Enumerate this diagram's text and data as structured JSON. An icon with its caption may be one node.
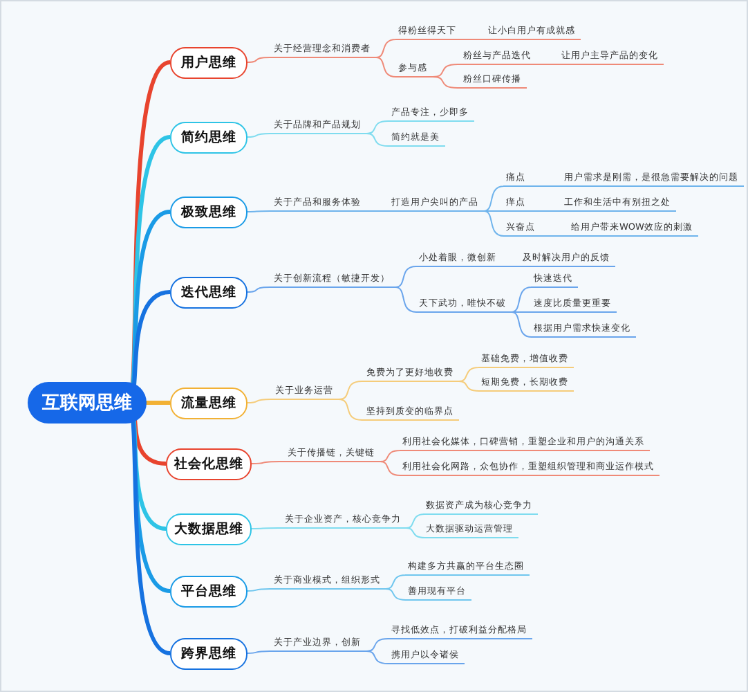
{
  "diagram": {
    "nodes": [
      {
        "text": [
          "互联网思维"
        ]
      },
      {
        "text": [
          "用户思维"
        ]
      },
      {
        "text": [
          "简约思维"
        ]
      },
      {
        "text": [
          "极致思维"
        ]
      },
      {
        "text": [
          "迭代思维"
        ]
      },
      {
        "text": [
          "流量思维"
        ]
      },
      {
        "text": [
          "社会化思维"
        ]
      },
      {
        "text": [
          "大数据思维"
        ]
      },
      {
        "text": [
          "平台思维"
        ]
      },
      {
        "text": [
          "跨界思维"
        ]
      },
      {
        "text": [
          "关于经营理念和消费者"
        ]
      },
      {
        "text": [
          "得粉丝得天下"
        ]
      },
      {
        "text": [
          "让小白用户有成就感"
        ]
      },
      {
        "text": [
          "参与感"
        ]
      },
      {
        "text": [
          "粉丝与产品迭代"
        ]
      },
      {
        "text": [
          "让用户主导产品的变化"
        ]
      },
      {
        "text": [
          "粉丝口碑传播"
        ]
      },
      {
        "text": [
          "关于品牌和产品规划"
        ]
      },
      {
        "text": [
          "产品专注，少即多"
        ]
      },
      {
        "text": [
          "简约就是美"
        ]
      },
      {
        "text": [
          "关于产品和服务体验"
        ]
      },
      {
        "text": [
          "打造用户尖叫的产品"
        ]
      },
      {
        "text": [
          "痛点"
        ]
      },
      {
        "text": [
          "用户需求是刚需，是很急需要解决的问题"
        ]
      },
      {
        "text": [
          "痒点"
        ]
      },
      {
        "text": [
          "工作和生活中有别扭之处"
        ]
      },
      {
        "text": [
          "兴奋点"
        ]
      },
      {
        "text": [
          "给用户带来WOW效应的刺激"
        ]
      },
      {
        "text": [
          "关于创新流程（敏捷开发）"
        ]
      },
      {
        "text": [
          "小处着眼，微创新"
        ]
      },
      {
        "text": [
          "及时解决用户的反馈"
        ]
      },
      {
        "text": [
          "天下武功，唯快不破"
        ]
      },
      {
        "text": [
          "快速迭代"
        ]
      },
      {
        "text": [
          "速度比质量更重要"
        ]
      },
      {
        "text": [
          "根据用户需求快速变化"
        ]
      },
      {
        "text": [
          "关于业务运营"
        ]
      },
      {
        "text": [
          "免费为了更好地收费"
        ]
      },
      {
        "text": [
          "基础免费，增值收费"
        ]
      },
      {
        "text": [
          "短期免费，长期收费"
        ]
      },
      {
        "text": [
          "坚持到质变的临界点"
        ]
      },
      {
        "text": [
          "关于传播链，关键链"
        ]
      },
      {
        "text": [
          "利用社会化媒体，口碑营销，重塑企业和用户的沟通关系"
        ]
      },
      {
        "text": [
          "利用社会化网路，众包协作，重塑组织管理和商业运作模式"
        ]
      },
      {
        "text": [
          "关于企业资产，核心竞争力"
        ]
      },
      {
        "text": [
          "数据资产成为核心竞争力"
        ]
      },
      {
        "text": [
          "大数据驱动运营管理"
        ]
      },
      {
        "text": [
          "关于商业模式，组织形式"
        ]
      },
      {
        "text": [
          "构建多方共赢的平台生态圈"
        ]
      },
      {
        "text": [
          "善用现有平台"
        ]
      },
      {
        "text": [
          "关于产业边界，创新"
        ]
      },
      {
        "text": [
          "寻找低效点，打破利益分配格局"
        ]
      },
      {
        "text": [
          "携用户以令诸侯"
        ]
      }
    ],
    "edges": [
      {
        "from": 0,
        "to": 1,
        "arrow": "none",
        "style": "thick",
        "color": "#e8442e"
      },
      {
        "from": 0,
        "to": 2,
        "arrow": "none",
        "style": "thick",
        "color": "#2ec4e6"
      },
      {
        "from": 0,
        "to": 3,
        "arrow": "none",
        "style": "thick",
        "color": "#1a9be6"
      },
      {
        "from": 0,
        "to": 4,
        "arrow": "none",
        "style": "thick",
        "color": "#1672e0"
      },
      {
        "from": 0,
        "to": 5,
        "arrow": "none",
        "style": "thick",
        "color": "#f2b134"
      },
      {
        "from": 0,
        "to": 6,
        "arrow": "none",
        "style": "thick",
        "color": "#e8442e"
      },
      {
        "from": 0,
        "to": 7,
        "arrow": "none",
        "style": "thick",
        "color": "#2ec4e6"
      },
      {
        "from": 0,
        "to": 8,
        "arrow": "none",
        "style": "thick",
        "color": "#1a9be6"
      },
      {
        "from": 0,
        "to": 9,
        "arrow": "none",
        "style": "thick",
        "color": "#1672e0"
      },
      {
        "from": 1,
        "to": 10,
        "arrow": "none",
        "color": "#ef8a78"
      },
      {
        "from": 10,
        "to": 11,
        "arrow": "none",
        "color": "#ef8a78"
      },
      {
        "from": 11,
        "to": 12,
        "arrow": "none",
        "color": "#ef8a78"
      },
      {
        "from": 10,
        "to": 13,
        "arrow": "none",
        "color": "#ef8a78"
      },
      {
        "from": 13,
        "to": 14,
        "arrow": "none",
        "color": "#ef8a78"
      },
      {
        "from": 14,
        "to": 15,
        "arrow": "none",
        "color": "#ef8a78"
      },
      {
        "from": 13,
        "to": 16,
        "arrow": "none",
        "color": "#ef8a78"
      },
      {
        "from": 2,
        "to": 17,
        "arrow": "none",
        "color": "#7fdcef"
      },
      {
        "from": 17,
        "to": 18,
        "arrow": "none",
        "color": "#7fdcef"
      },
      {
        "from": 17,
        "to": 19,
        "arrow": "none",
        "color": "#7fdcef"
      },
      {
        "from": 3,
        "to": 20,
        "arrow": "none",
        "color": "#6fb4ec"
      },
      {
        "from": 20,
        "to": 21,
        "arrow": "none",
        "color": "#6fb4ec"
      },
      {
        "from": 21,
        "to": 22,
        "arrow": "none",
        "color": "#6fb4ec"
      },
      {
        "from": 22,
        "to": 23,
        "arrow": "none",
        "color": "#6fb4ec"
      },
      {
        "from": 21,
        "to": 24,
        "arrow": "none",
        "color": "#6fb4ec"
      },
      {
        "from": 24,
        "to": 25,
        "arrow": "none",
        "color": "#6fb4ec"
      },
      {
        "from": 21,
        "to": 26,
        "arrow": "none",
        "color": "#6fb4ec"
      },
      {
        "from": 26,
        "to": 27,
        "arrow": "none",
        "color": "#6fb4ec"
      },
      {
        "from": 4,
        "to": 28,
        "arrow": "none",
        "color": "#6aa5ec"
      },
      {
        "from": 28,
        "to": 29,
        "arrow": "none",
        "color": "#6aa5ec"
      },
      {
        "from": 29,
        "to": 30,
        "arrow": "none",
        "color": "#6aa5ec"
      },
      {
        "from": 28,
        "to": 31,
        "arrow": "none",
        "color": "#6aa5ec"
      },
      {
        "from": 31,
        "to": 32,
        "arrow": "none",
        "color": "#6aa5ec"
      },
      {
        "from": 31,
        "to": 33,
        "arrow": "none",
        "color": "#6aa5ec"
      },
      {
        "from": 31,
        "to": 34,
        "arrow": "none",
        "color": "#6aa5ec"
      },
      {
        "from": 5,
        "to": 35,
        "arrow": "none",
        "color": "#f5cc7a"
      },
      {
        "from": 35,
        "to": 36,
        "arrow": "none",
        "color": "#f5cc7a"
      },
      {
        "from": 36,
        "to": 37,
        "arrow": "none",
        "color": "#f5cc7a"
      },
      {
        "from": 36,
        "to": 38,
        "arrow": "none",
        "color": "#f5cc7a"
      },
      {
        "from": 35,
        "to": 39,
        "arrow": "none",
        "color": "#f5cc7a"
      },
      {
        "from": 6,
        "to": 40,
        "arrow": "none",
        "color": "#ef8a78"
      },
      {
        "from": 40,
        "to": 41,
        "arrow": "none",
        "color": "#ef8a78"
      },
      {
        "from": 40,
        "to": 42,
        "arrow": "none",
        "color": "#ef8a78"
      },
      {
        "from": 7,
        "to": 43,
        "arrow": "none",
        "color": "#7fdcef"
      },
      {
        "from": 43,
        "to": 44,
        "arrow": "none",
        "color": "#7fdcef"
      },
      {
        "from": 43,
        "to": 45,
        "arrow": "none",
        "color": "#7fdcef"
      },
      {
        "from": 8,
        "to": 46,
        "arrow": "none",
        "color": "#6fc6ee"
      },
      {
        "from": 46,
        "to": 47,
        "arrow": "none",
        "color": "#6fc6ee"
      },
      {
        "from": 46,
        "to": 48,
        "arrow": "none",
        "color": "#6fc6ee"
      },
      {
        "from": 9,
        "to": 49,
        "arrow": "none",
        "color": "#6aa5ec"
      },
      {
        "from": 49,
        "to": 50,
        "arrow": "none",
        "color": "#6aa5ec"
      },
      {
        "from": 49,
        "to": 51,
        "arrow": "none",
        "color": "#6aa5ec"
      }
    ]
  }
}
